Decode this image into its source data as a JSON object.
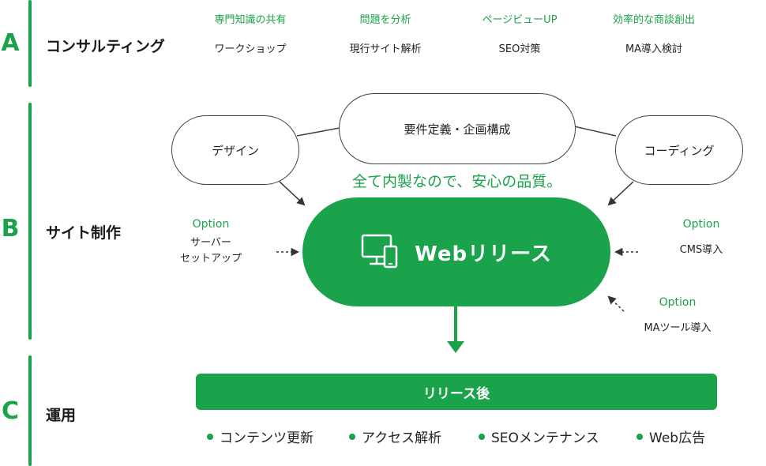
{
  "sections": {
    "a": {
      "letter": "A",
      "title": "コンサルティング"
    },
    "b": {
      "letter": "B",
      "title": "サイト制作"
    },
    "c": {
      "letter": "C",
      "title": "運用"
    }
  },
  "consulting": [
    {
      "goal": "専門知識の共有",
      "method": "ワークショップ"
    },
    {
      "goal": "問題を分析",
      "method": "現行サイト解析"
    },
    {
      "goal": "ページビューUP",
      "method": "SEO対策"
    },
    {
      "goal": "効率的な商談創出",
      "method": "MA導入検討"
    }
  ],
  "production": {
    "planning": "要件定義・企画構成",
    "design": "デザイン",
    "coding": "コーディング",
    "tagline": "全て内製なので、安心の品質。",
    "release": "Webリリース",
    "options": {
      "server": {
        "tag": "Option",
        "line1": "サーバー",
        "line2": "セットアップ"
      },
      "cms": {
        "tag": "Option",
        "label": "CMS導入"
      },
      "ma": {
        "tag": "Option",
        "label": "MAツール導入"
      }
    }
  },
  "operation": {
    "bar_label": "リリース後",
    "items": [
      "コンテンツ更新",
      "アクセス解析",
      "SEOメンテナンス",
      "Web広告"
    ]
  },
  "colors": {
    "accent": "#1aa34a",
    "outline": "#444444"
  },
  "icons": {
    "release": "monitor-smartphone-icon"
  }
}
